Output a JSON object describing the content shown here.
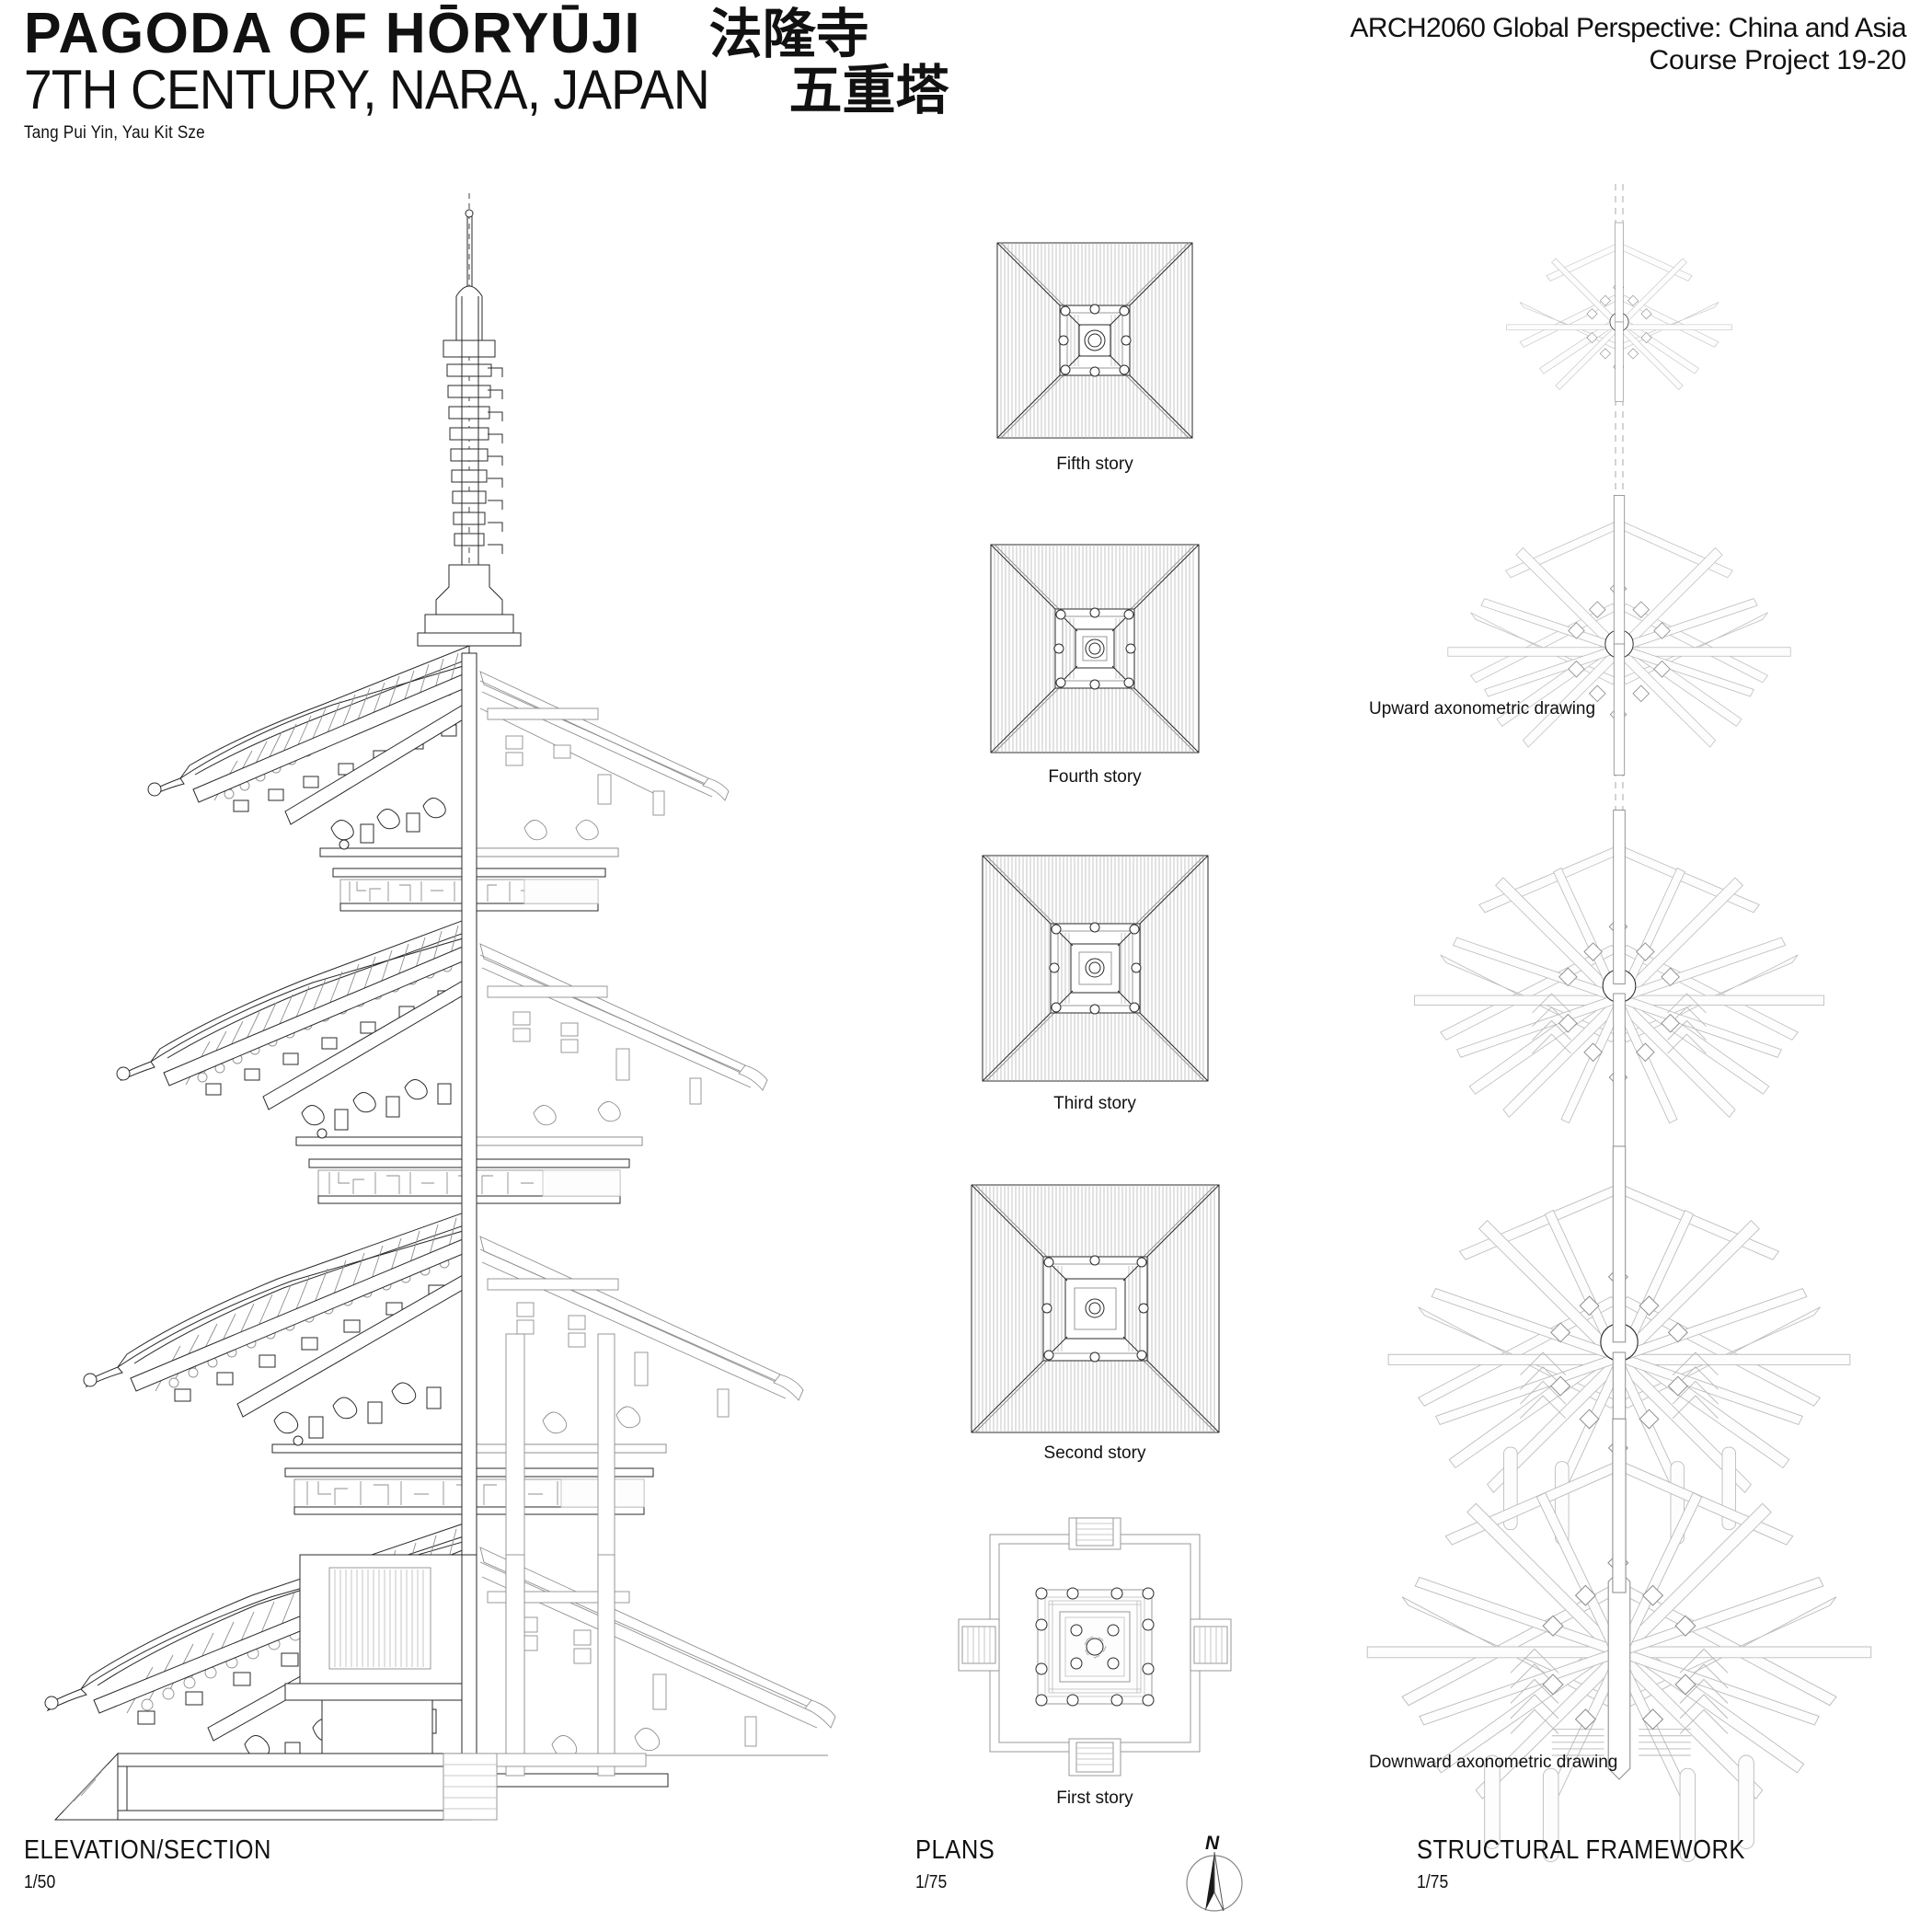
{
  "header": {
    "main_title": "PAGODA OF HŌRYŪJI",
    "main_title_jp": "法隆寺",
    "subtitle": "7TH CENTURY, NARA, JAPAN",
    "subtitle_jp": "五重塔",
    "authors": "Tang Pui Yin, Yau Kit Sze",
    "course_line1": "ARCH2060 Global Perspective: China and Asia",
    "course_line2": "Course Project 19-20"
  },
  "footer": {
    "elevation": {
      "title": "ELEVATION/SECTION",
      "scale": "1/50"
    },
    "plans": {
      "title": "PLANS",
      "scale": "1/75"
    },
    "framework": {
      "title": "STRUCTURAL FRAMEWORK",
      "scale": "1/75"
    }
  },
  "plans": {
    "items": [
      {
        "label": "Fifth story",
        "story": 5
      },
      {
        "label": "Fourth story",
        "story": 4
      },
      {
        "label": "Third story",
        "story": 3
      },
      {
        "label": "Second story",
        "story": 2
      },
      {
        "label": "First story",
        "story": 1
      }
    ],
    "compass_label": "N"
  },
  "framework": {
    "upward_label": "Upward axonometric drawing",
    "downward_label": "Downward axonometric drawing"
  },
  "elevation": {
    "description": "Half elevation (left) and half section (right) of the five-storied pagoda, split on the vertical centre axis",
    "stories": 5,
    "finial_rings": 9
  },
  "colors": {
    "background": "#ffffff",
    "ink": "#2a2a2a",
    "ink_light": "#8e8e8e",
    "ink_lighter": "#b8b8b8",
    "text": "#111111"
  }
}
